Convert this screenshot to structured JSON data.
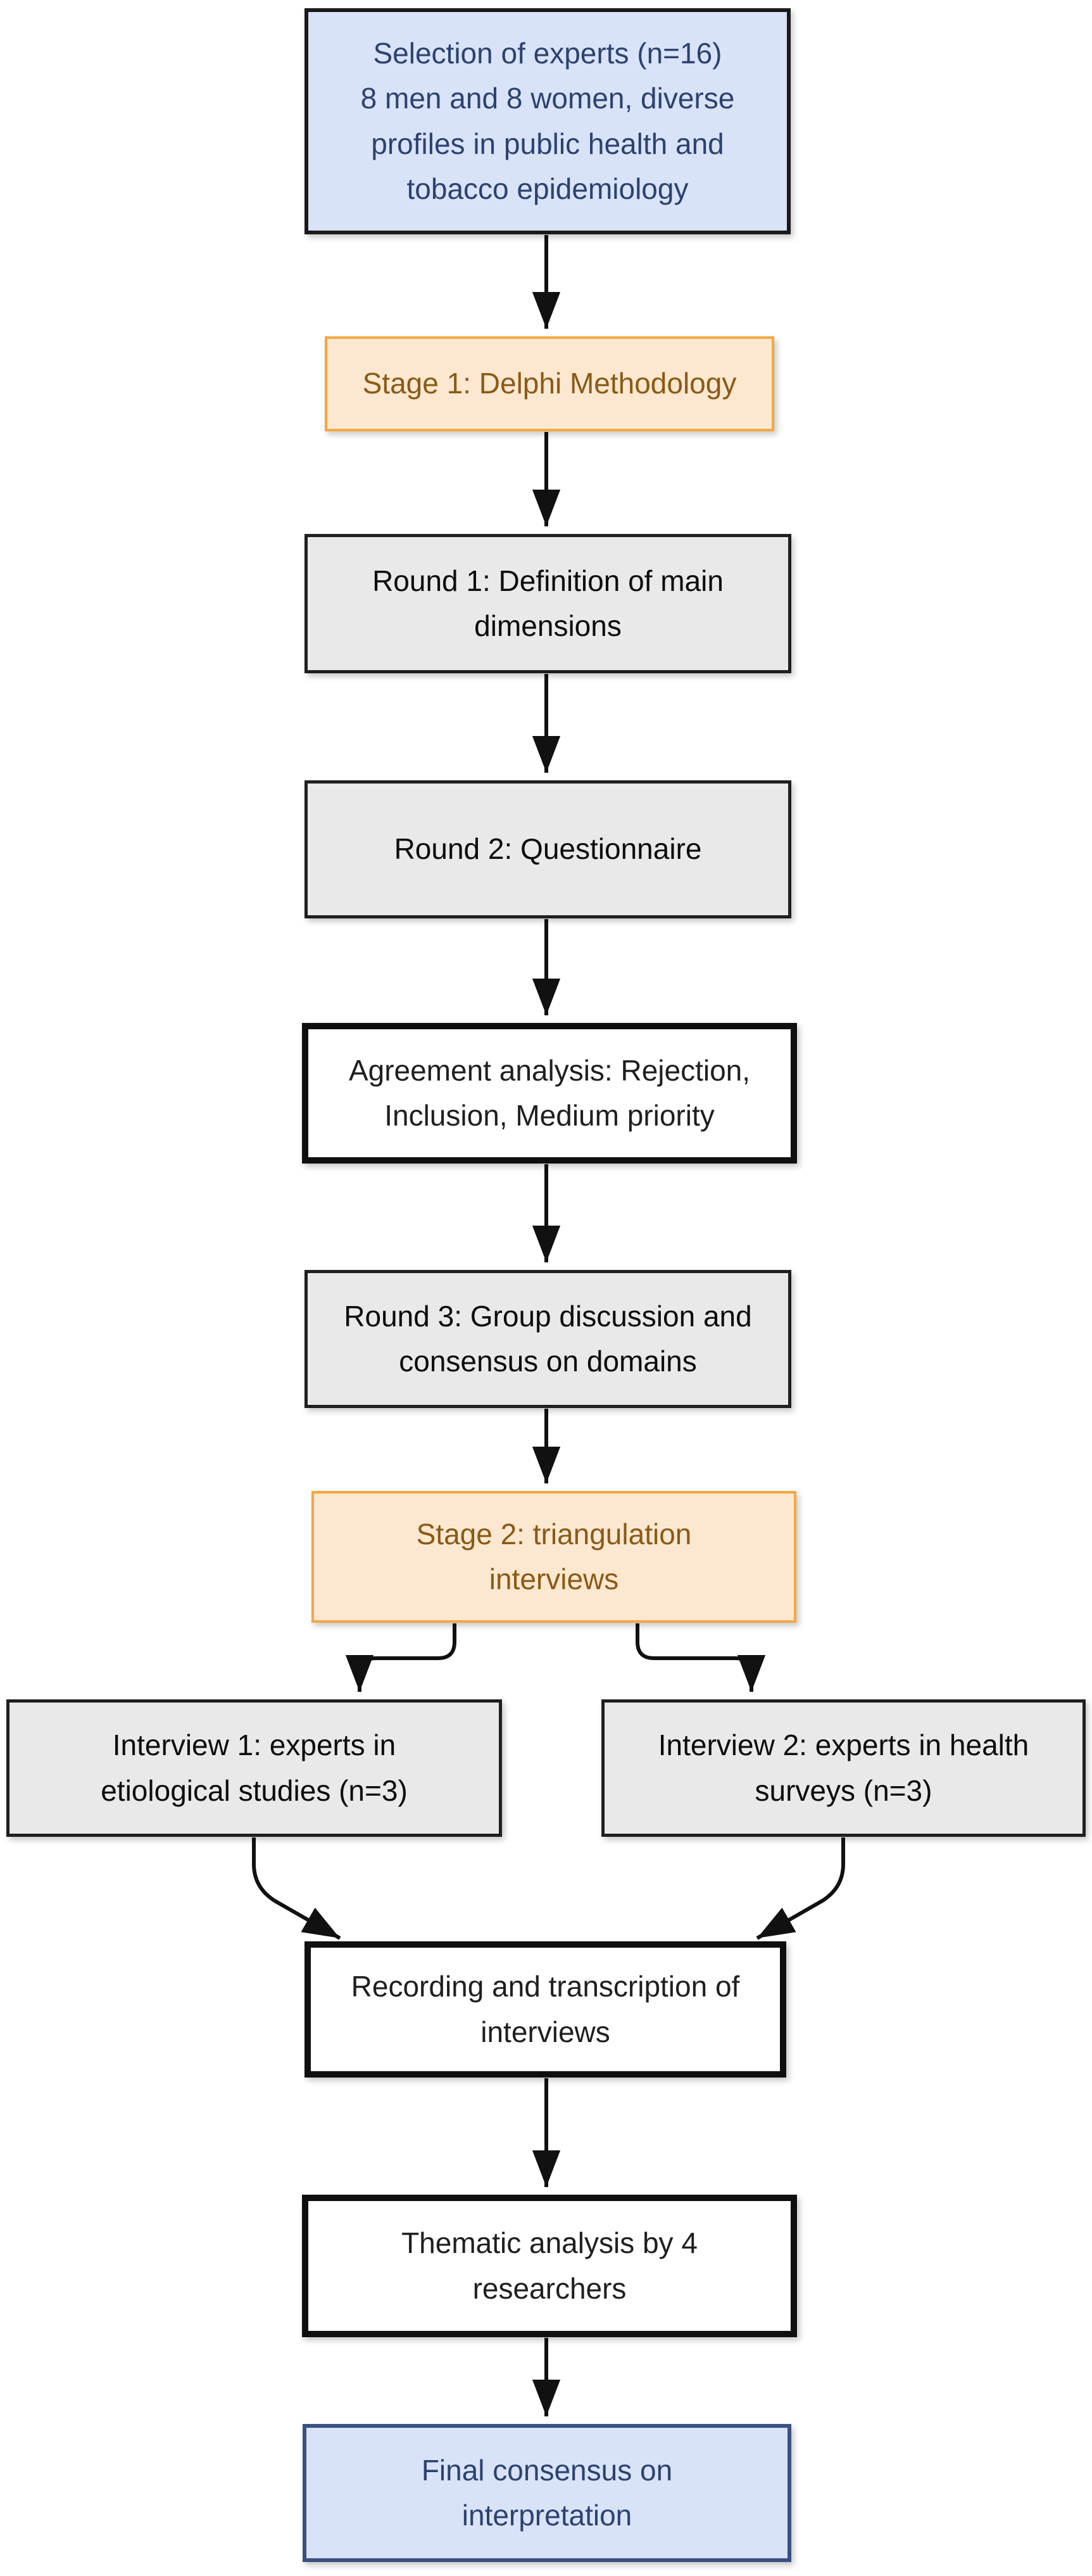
{
  "diagram": {
    "type": "flowchart",
    "colors": {
      "background": "#ffffff",
      "gray_fill": "#e9e9e9",
      "white_fill": "#ffffff",
      "blue_fill": "#d9e3f8",
      "blue_text": "#2c4270",
      "navy_border": "#3b5080",
      "orange_fill": "#fce8d0",
      "orange_border": "#f5a742",
      "brown_text": "#8a5a16",
      "black": "#1a1a1a"
    },
    "nodes": {
      "selection": {
        "text": "Selection of experts (n=16)\n8 men and 8 women, diverse\nprofiles in public health and\ntobacco epidemiology",
        "style": "blue-black"
      },
      "stage1": {
        "text": "Stage 1: Delphi Methodology",
        "style": "orange"
      },
      "round1": {
        "text": "Round 1: Definition of main\ndimensions",
        "style": "gray"
      },
      "round2": {
        "text": "Round 2: Questionnaire",
        "style": "gray"
      },
      "agreement": {
        "text": "Agreement analysis: Rejection,\nInclusion, Medium priority",
        "style": "white"
      },
      "round3": {
        "text": "Round 3: Group discussion and\nconsensus on domains",
        "style": "gray"
      },
      "stage2": {
        "text": "Stage 2: triangulation\ninterviews",
        "style": "orange"
      },
      "interview1": {
        "text": "Interview 1: experts in\netiological studies (n=3)",
        "style": "gray"
      },
      "interview2": {
        "text": "Interview 2: experts in health\nsurveys (n=3)",
        "style": "gray"
      },
      "recording": {
        "text": "Recording and transcription of\ninterviews",
        "style": "white"
      },
      "thematic": {
        "text": "Thematic analysis by 4\nresearchers",
        "style": "white"
      },
      "final": {
        "text": "Final consensus on\ninterpretation",
        "style": "blue-navy"
      }
    },
    "edges": [
      {
        "from": "selection",
        "to": "stage1"
      },
      {
        "from": "stage1",
        "to": "round1"
      },
      {
        "from": "round1",
        "to": "round2"
      },
      {
        "from": "round2",
        "to": "agreement"
      },
      {
        "from": "agreement",
        "to": "round3"
      },
      {
        "from": "round3",
        "to": "stage2"
      },
      {
        "from": "stage2",
        "to": "interview1"
      },
      {
        "from": "stage2",
        "to": "interview2"
      },
      {
        "from": "interview1",
        "to": "recording"
      },
      {
        "from": "interview2",
        "to": "recording"
      },
      {
        "from": "recording",
        "to": "thematic"
      },
      {
        "from": "thematic",
        "to": "final"
      }
    ]
  }
}
